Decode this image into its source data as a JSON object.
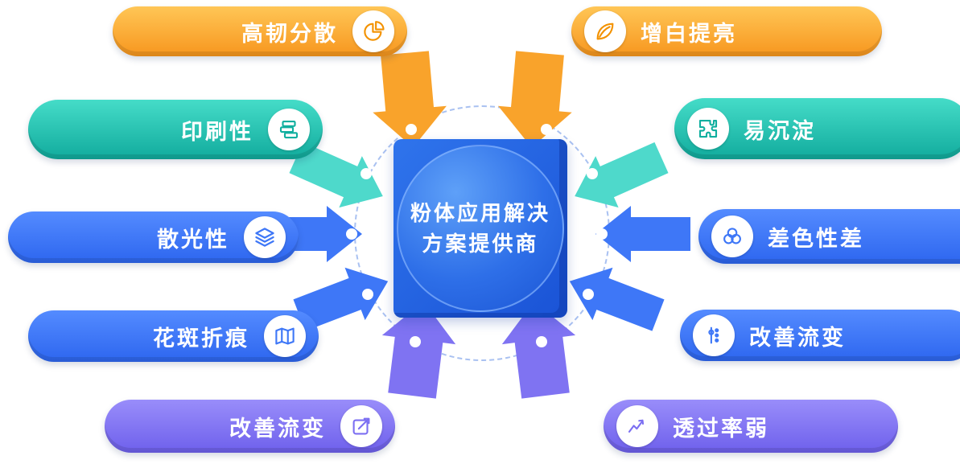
{
  "center": {
    "title_line1": "粉体应用解决",
    "title_line2": "方案提供商"
  },
  "left_items": [
    {
      "label": "高韧分散",
      "icon": "pie-chart",
      "color": "#F7961E"
    },
    {
      "label": "印刷性",
      "icon": "print-plates",
      "color": "#11AB9D"
    },
    {
      "label": "散光性",
      "icon": "layers",
      "color": "#3E77F7"
    },
    {
      "label": "花斑折痕",
      "icon": "map",
      "color": "#3E77F7"
    },
    {
      "label": "改善流变",
      "icon": "compose-arrow",
      "color": "#6E60EC"
    }
  ],
  "right_items": [
    {
      "label": "增白提亮",
      "icon": "leaf",
      "color": "#F7961E"
    },
    {
      "label": "易沉淀",
      "icon": "puzzle",
      "color": "#11AB9D"
    },
    {
      "label": "差色性差",
      "icon": "overlap-circles",
      "color": "#3E77F7"
    },
    {
      "label": "改善流变",
      "icon": "flow-dots",
      "color": "#3E77F7"
    },
    {
      "label": "透过率弱",
      "icon": "trend-line",
      "color": "#6E60EC"
    }
  ],
  "palette": {
    "orange": "#F9A32B",
    "teal": "#4ED9CB",
    "blue": "#3E77F7",
    "purple": "#7F73F2",
    "center_blue": "#1A53D6",
    "orbit_dash": "#A9C1F1"
  }
}
